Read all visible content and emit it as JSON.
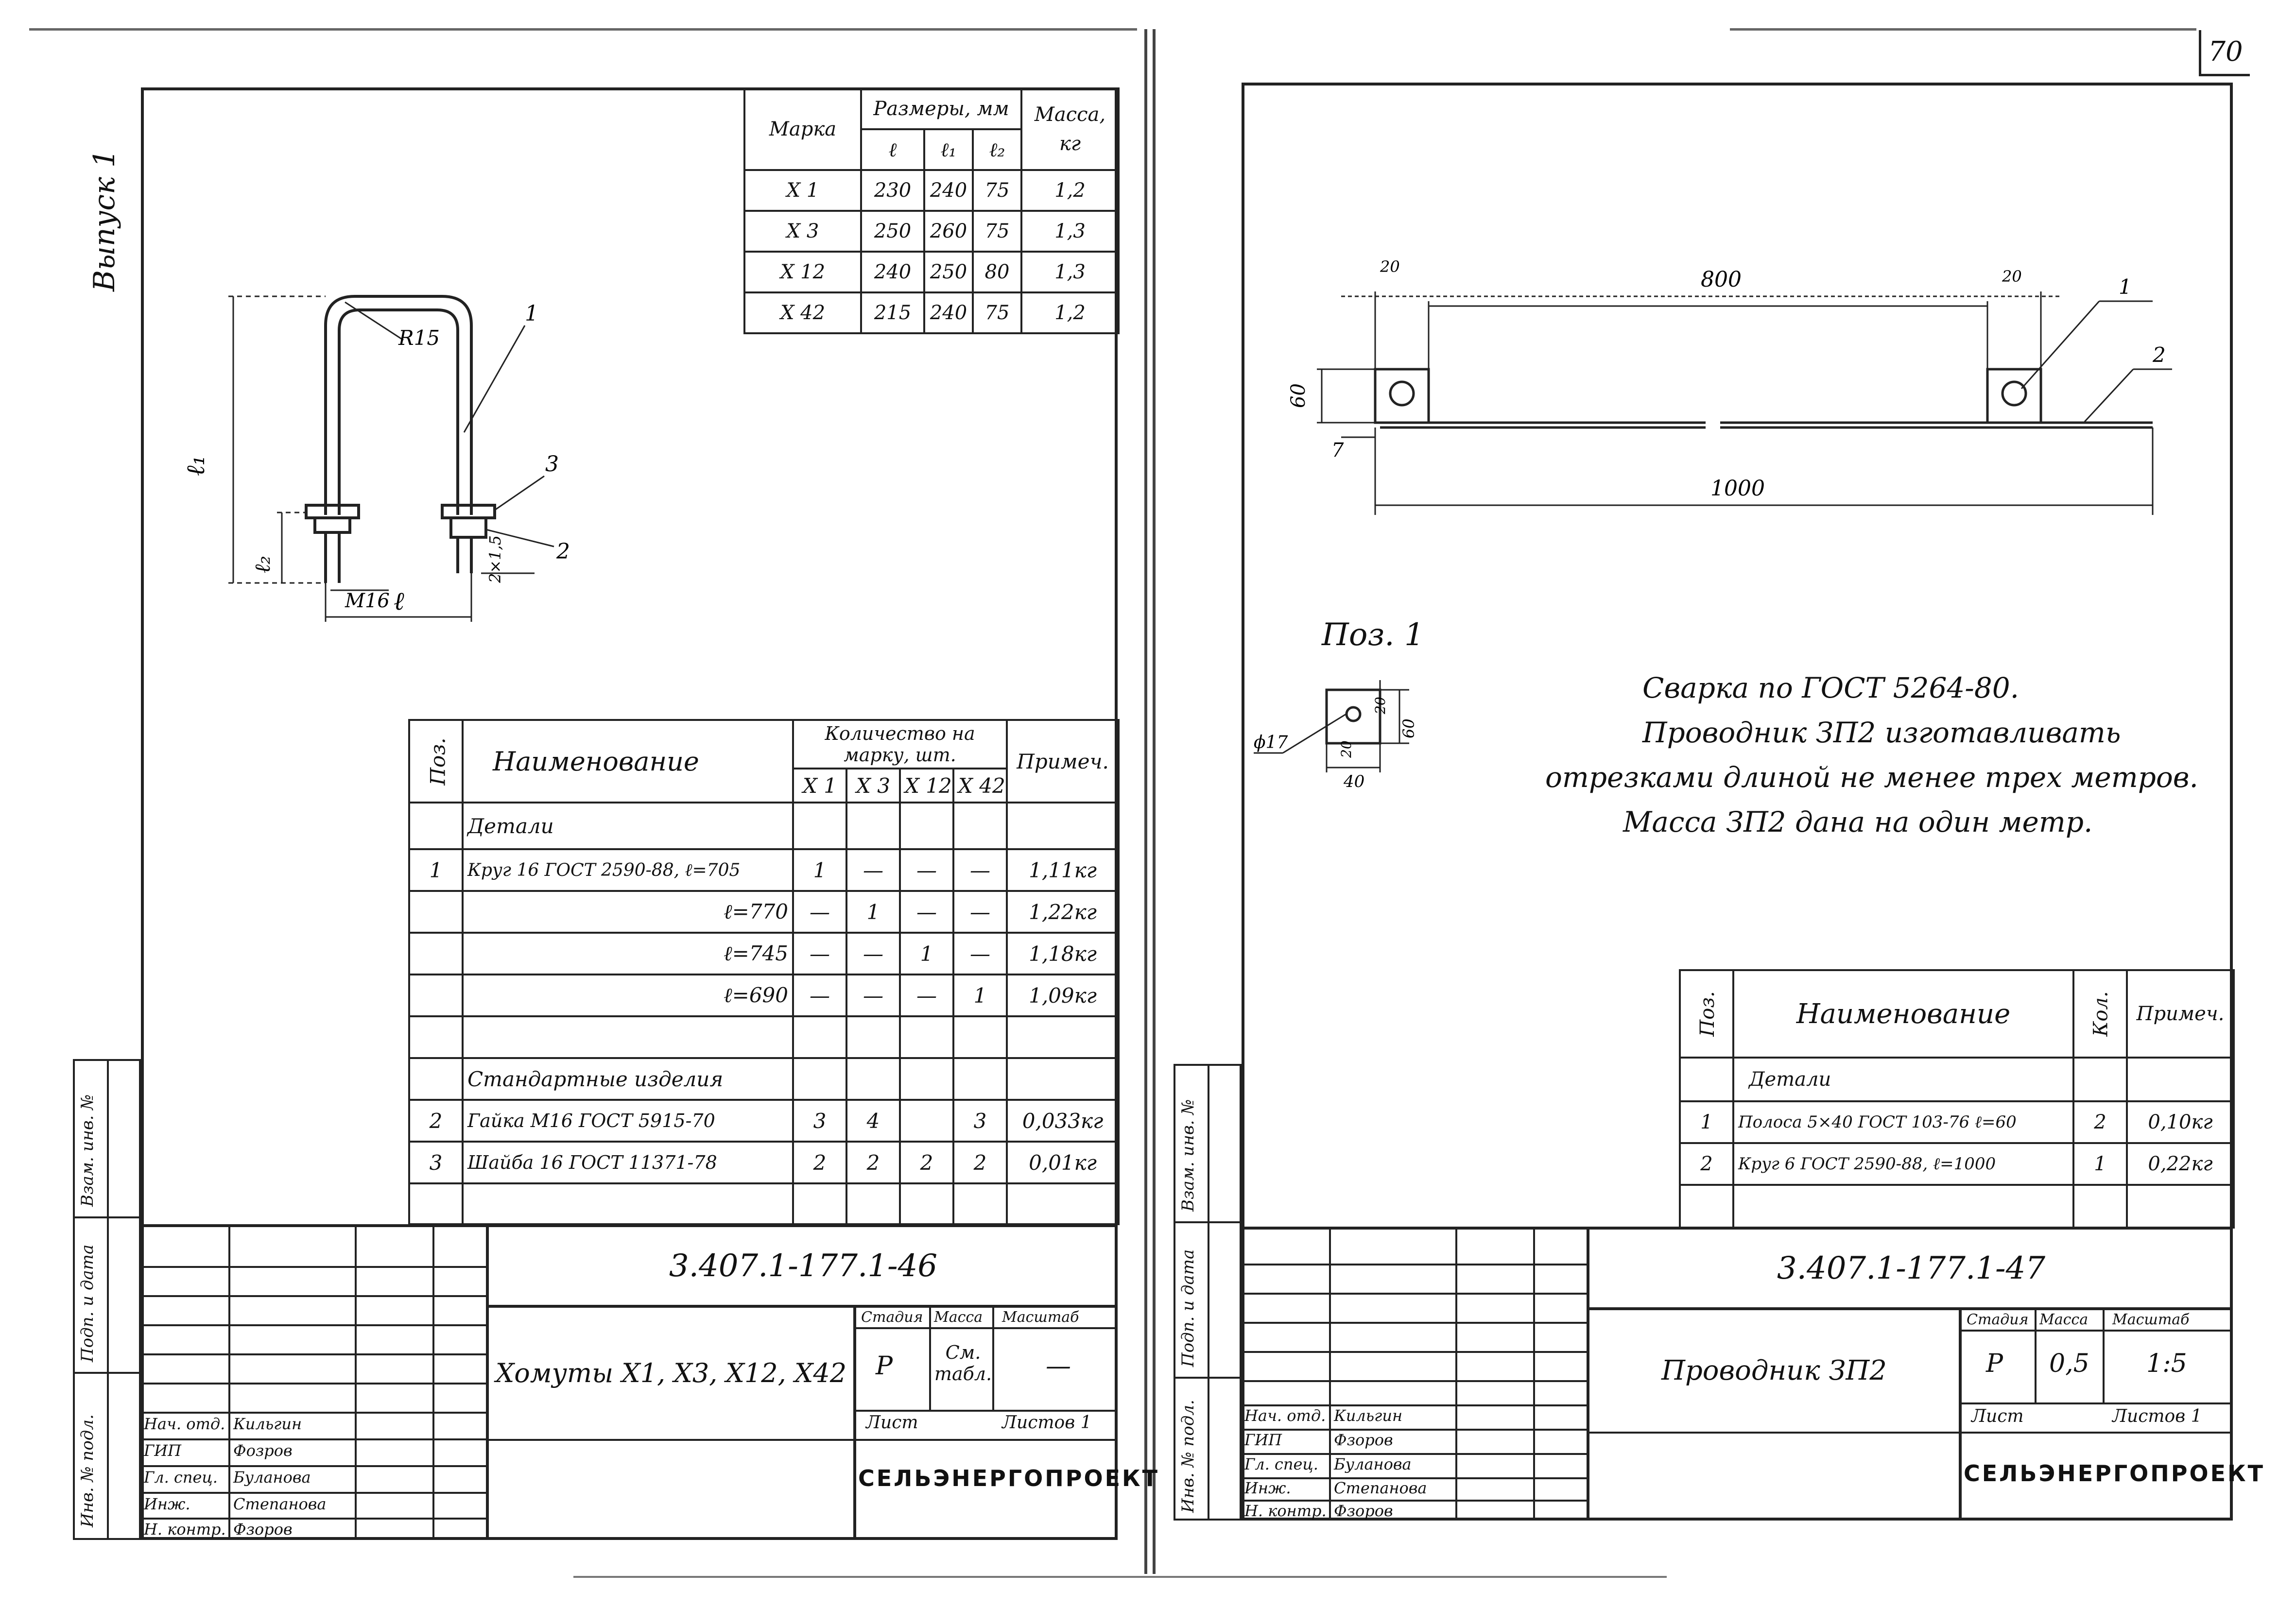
{
  "page_number": "70",
  "left": {
    "volume_label": "Выпуск 1",
    "top_table": {
      "headers": {
        "mark": "Марка",
        "sizes": "Размеры, мм",
        "mass": "Масса, кг",
        "l": "ℓ",
        "l1": "ℓ₁",
        "l2": "ℓ₂"
      },
      "rows": [
        {
          "mark": "Х 1",
          "l": "230",
          "l1": "240",
          "l2": "75",
          "mass": "1,2"
        },
        {
          "mark": "Х 3",
          "l": "250",
          "l1": "260",
          "l2": "75",
          "mass": "1,3"
        },
        {
          "mark": "Х 12",
          "l": "240",
          "l1": "250",
          "l2": "80",
          "mass": "1,3"
        },
        {
          "mark": "Х 42",
          "l": "215",
          "l1": "240",
          "l2": "75",
          "mass": "1,2"
        }
      ]
    },
    "drawing_labels": {
      "radius": "R15",
      "l1": "ℓ₁",
      "l2": "ℓ₂",
      "thread": "M16",
      "l": "ℓ",
      "tail": "2×1,5",
      "pos1": "1",
      "pos2": "2",
      "pos3": "3"
    },
    "spec": {
      "headers": {
        "pos": "Поз.",
        "name": "Наименование",
        "qty": "Количество на марку, шт.",
        "note": "Примеч.",
        "m1": "Х 1",
        "m3": "Х 3",
        "m12": "Х 12",
        "m42": "Х 42"
      },
      "rows": [
        {
          "pos": "",
          "name": "Детали",
          "q1": "",
          "q3": "",
          "q12": "",
          "q42": "",
          "note": ""
        },
        {
          "pos": "1",
          "name": "Круг 16 ГОСТ 2590-88, ℓ=705",
          "q1": "1",
          "q3": "—",
          "q12": "—",
          "q42": "—",
          "note": "1,11кг"
        },
        {
          "pos": "",
          "name": "ℓ=770",
          "q1": "—",
          "q3": "1",
          "q12": "—",
          "q42": "—",
          "note": "1,22кг"
        },
        {
          "pos": "",
          "name": "ℓ=745",
          "q1": "—",
          "q3": "—",
          "q12": "1",
          "q42": "—",
          "note": "1,18кг"
        },
        {
          "pos": "",
          "name": "ℓ=690",
          "q1": "—",
          "q3": "—",
          "q12": "—",
          "q42": "1",
          "note": "1,09кг"
        },
        {
          "pos": "",
          "name": "",
          "q1": "",
          "q3": "",
          "q12": "",
          "q42": "",
          "note": ""
        },
        {
          "pos": "",
          "name": "Стандартные изделия",
          "q1": "",
          "q3": "",
          "q12": "",
          "q42": "",
          "note": ""
        },
        {
          "pos": "2",
          "name": "Гайка М16 ГОСТ 5915-70",
          "q1": "3",
          "q3": "4",
          "q12": "",
          "q42": "3",
          "note": "0,033кг"
        },
        {
          "pos": "3",
          "name": "Шайба 16 ГОСТ 11371-78",
          "q1": "2",
          "q3": "2",
          "q12": "2",
          "q42": "2",
          "note": "0,01кг"
        }
      ]
    },
    "side_labels": [
      "Взам. инв. №",
      "Подп. и дата",
      "Инв. № подл."
    ],
    "title_block": {
      "doc_number": "3.407.1-177.1-46",
      "title": "Хомуты Х1, Х3, Х12, Х42",
      "stage_label": "Стадия",
      "mass_label": "Масса",
      "scale_label": "Масштаб",
      "stage": "Р",
      "mass": "См. табл.",
      "scale": "—",
      "sheet_label": "Лист",
      "sheets_label": "Листов 1",
      "logo": "СЕЛЬЭНЕРГОПРОЕКТ",
      "people": [
        {
          "role": "Нач. отд.",
          "name": "Кильгин"
        },
        {
          "role": "ГИП",
          "name": "Фозров"
        },
        {
          "role": "Гл. спец.",
          "name": "Буланова"
        },
        {
          "role": "Инж.",
          "name": "Степанова"
        },
        {
          "role": "Н. контр.",
          "name": "Фзоров"
        }
      ]
    }
  },
  "right": {
    "dims": {
      "d20a": "20",
      "d800": "800",
      "d20b": "20",
      "d60": "60",
      "d7": "7",
      "d1000": "1000",
      "pos1": "1",
      "pos2": "2"
    },
    "pos1_title": "Поз. 1",
    "pos1_dims": {
      "hole": "ϕ17",
      "d60": "60",
      "d20": "20",
      "d40": "40",
      "d20b": "20"
    },
    "notes": [
      "Сварка по ГОСТ 5264-80.",
      "Проводник ЗП2 изготавливать",
      "отрезками длиной не менее трех метров.",
      "Масса ЗП2 дана на один метр."
    ],
    "spec": {
      "headers": {
        "pos": "Поз.",
        "name": "Наименование",
        "qty": "Кол.",
        "note": "Примеч."
      },
      "rows": [
        {
          "pos": "",
          "name": "Детали",
          "qty": "",
          "note": ""
        },
        {
          "pos": "1",
          "name": "Полоса 5×40 ГОСТ 103-76 ℓ=60",
          "qty": "2",
          "note": "0,10кг"
        },
        {
          "pos": "2",
          "name": "Круг 6 ГОСТ 2590-88, ℓ=1000",
          "qty": "1",
          "note": "0,22кг"
        },
        {
          "pos": "",
          "name": "",
          "qty": "",
          "note": ""
        }
      ]
    },
    "side_labels": [
      "Взам. инв. №",
      "Подп. и дата",
      "Инв. № подл."
    ],
    "title_block": {
      "doc_number": "3.407.1-177.1-47",
      "title": "Проводник ЗП2",
      "stage_label": "Стадия",
      "mass_label": "Масса",
      "scale_label": "Масштаб",
      "stage": "Р",
      "mass": "0,5",
      "scale": "1:5",
      "sheet_label": "Лист",
      "sheets_label": "Листов 1",
      "logo": "СЕЛЬЭНЕРГОПРОЕКТ",
      "people": [
        {
          "role": "Нач. отд.",
          "name": "Кильгин"
        },
        {
          "role": "ГИП",
          "name": "Фзоров"
        },
        {
          "role": "Гл. спец.",
          "name": "Буланова"
        },
        {
          "role": "Инж.",
          "name": "Степанова"
        },
        {
          "role": "Н. контр.",
          "name": "Фзоров"
        }
      ]
    }
  }
}
